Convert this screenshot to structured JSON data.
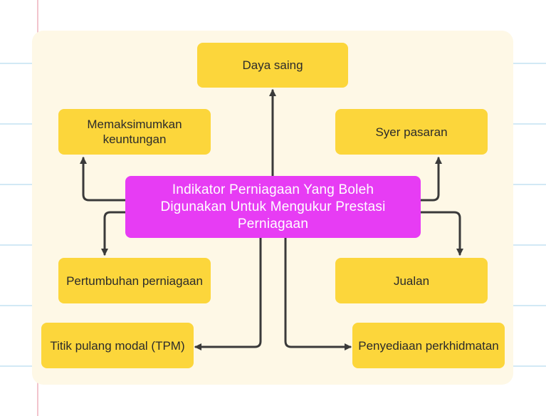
{
  "center": {
    "label": "Indikator Perniagaan Yang Boleh Digunakan Untuk Mengukur Prestasi Perniagaan"
  },
  "nodes": {
    "daya_saing": "Daya saing",
    "memaksimumkan": "Memaksimumkan keuntungan",
    "syer_pasaran": "Syer pasaran",
    "pertumbuhan": "Pertumbuhan perniagaan",
    "jualan": "Jualan",
    "titik_pulang": "Titik pulang modal (TPM)",
    "penyediaan": "Penyediaan perkhidmatan"
  },
  "colors": {
    "node_fill": "#fcd63b",
    "center_fill": "#e73cf4",
    "panel_fill": "#fef8e6",
    "connector": "#3a3a3a"
  }
}
